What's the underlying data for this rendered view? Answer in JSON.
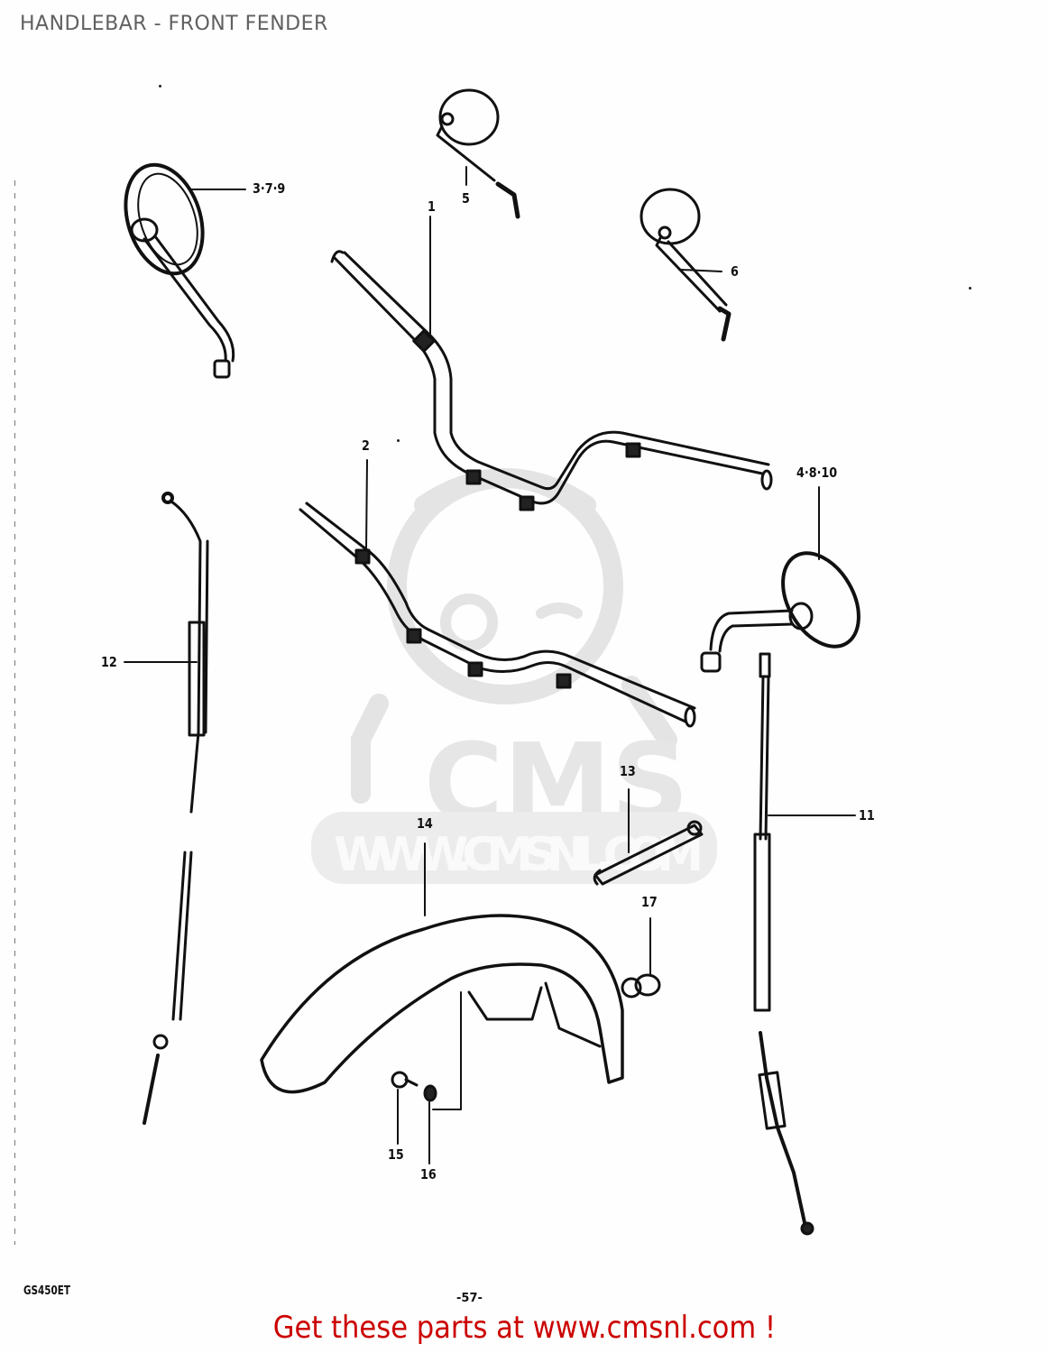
{
  "page": {
    "title": "HANDLEBAR - FRONT FENDER",
    "model_code": "GS450ET",
    "page_number": "-57-",
    "cta_text": "Get these parts at www.cmsnl.com !"
  },
  "watermark": {
    "brand": "CMS",
    "url": "WWW.CMSNL.COM",
    "color": "#e6e6e6"
  },
  "colors": {
    "title": "#606060",
    "line_art": "#111111",
    "cta": "#cc0000",
    "background": "#fdfefd"
  },
  "parts": [
    {
      "ref": "1",
      "name": "handlebar (high)"
    },
    {
      "ref": "2",
      "name": "handlebar (low)"
    },
    {
      "ref": "3-7-9",
      "name": "mirror, left (round)"
    },
    {
      "ref": "4-8-10",
      "name": "mirror, right (round)"
    },
    {
      "ref": "5",
      "name": "mirror, left (small)"
    },
    {
      "ref": "6",
      "name": "mirror, right (small)"
    },
    {
      "ref": "11",
      "name": "clutch cable"
    },
    {
      "ref": "12",
      "name": "throttle cable"
    },
    {
      "ref": "13",
      "name": "handlebar weight / bar"
    },
    {
      "ref": "14",
      "name": "front fender"
    },
    {
      "ref": "15",
      "name": "bolt"
    },
    {
      "ref": "16",
      "name": "washer"
    },
    {
      "ref": "17",
      "name": "clamp"
    }
  ],
  "labels": {
    "l1": "1",
    "l2": "2",
    "l379": "3·7·9",
    "l4810": "4·8·10",
    "l5": "5",
    "l6": "6",
    "l11": "11",
    "l12": "12",
    "l13": "13",
    "l14": "14",
    "l15": "15",
    "l16": "16",
    "l17": "17"
  }
}
